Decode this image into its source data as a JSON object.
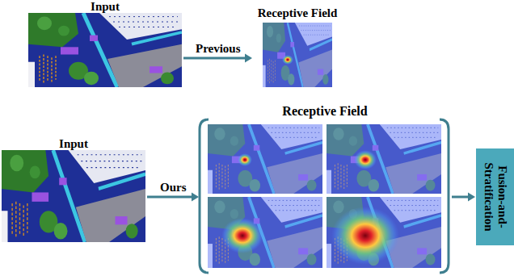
{
  "diagram": {
    "nodes": [
      {
        "text": [
          "Input"
        ]
      },
      {
        "text": [
          "Receptive Field"
        ]
      },
      {
        "text": [
          "Input"
        ]
      },
      {
        "text": [
          "Receptive Field"
        ]
      },
      {
        "text": [
          "Fusion-and-Stratification"
        ]
      }
    ],
    "edges": [
      {
        "from": 0,
        "to": 1,
        "arrow": "to",
        "label": "Previous"
      },
      {
        "from": 2,
        "to": 3,
        "arrow": "to",
        "label": "Ours"
      },
      {
        "from": 3,
        "to": 4,
        "arrow": "to"
      }
    ]
  }
}
